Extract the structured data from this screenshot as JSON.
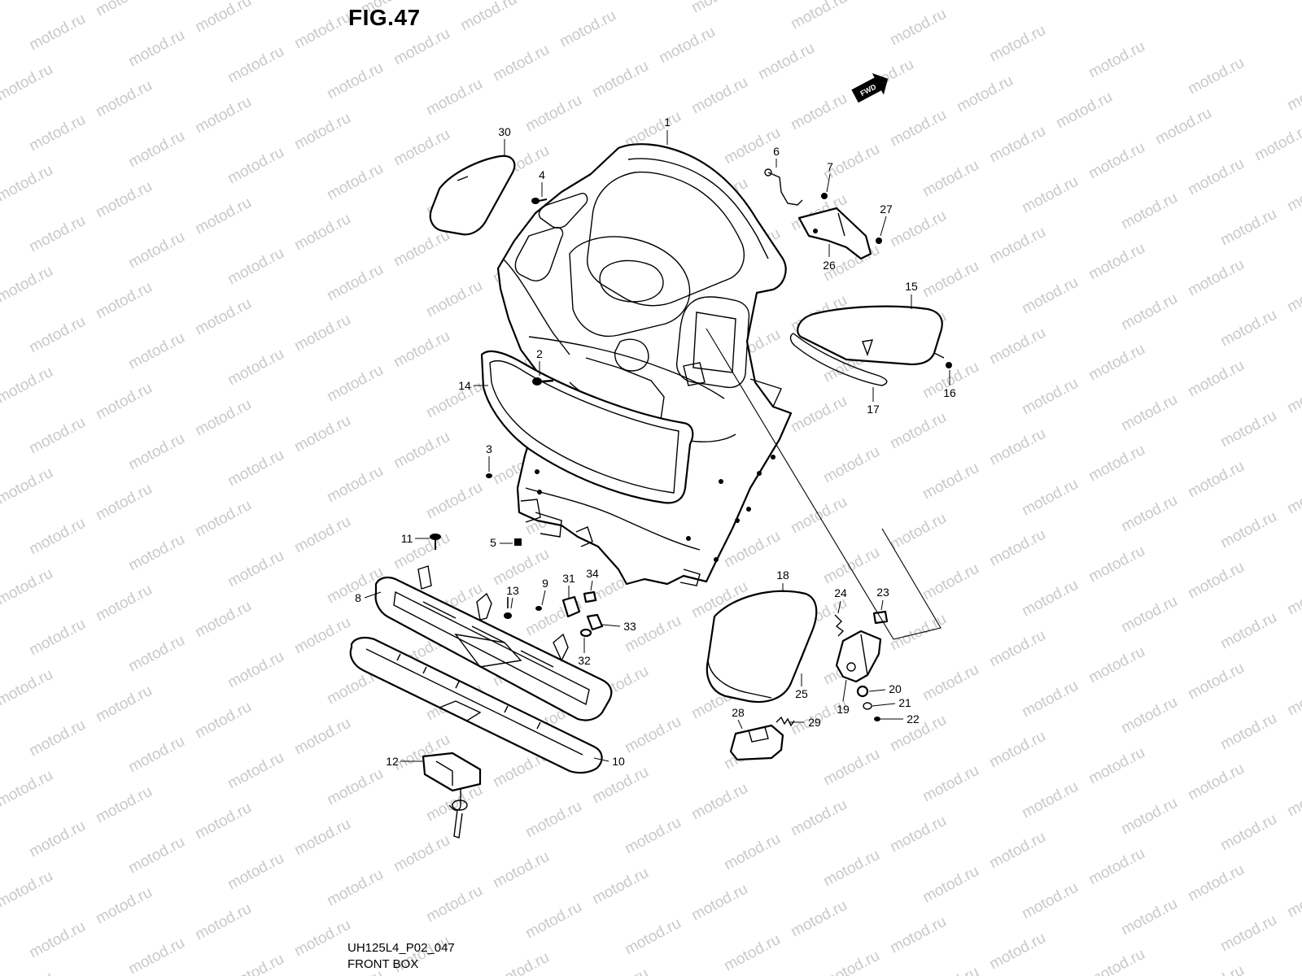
{
  "figure": {
    "title": "FIG.47",
    "code": "UH125L4_P02_047",
    "name": "FRONT BOX",
    "fwd_label": "FWD",
    "watermark": "motod.ru"
  },
  "callouts": [
    {
      "id": "1",
      "label": "1"
    },
    {
      "id": "2",
      "label": "2"
    },
    {
      "id": "3",
      "label": "3"
    },
    {
      "id": "4",
      "label": "4"
    },
    {
      "id": "5",
      "label": "5"
    },
    {
      "id": "6",
      "label": "6"
    },
    {
      "id": "7",
      "label": "7"
    },
    {
      "id": "8",
      "label": "8"
    },
    {
      "id": "9",
      "label": "9"
    },
    {
      "id": "10",
      "label": "10"
    },
    {
      "id": "11",
      "label": "11"
    },
    {
      "id": "12",
      "label": "12"
    },
    {
      "id": "13",
      "label": "13"
    },
    {
      "id": "14",
      "label": "14"
    },
    {
      "id": "15",
      "label": "15"
    },
    {
      "id": "16",
      "label": "16"
    },
    {
      "id": "17",
      "label": "17"
    },
    {
      "id": "18",
      "label": "18"
    },
    {
      "id": "19",
      "label": "19"
    },
    {
      "id": "20",
      "label": "20"
    },
    {
      "id": "21",
      "label": "21"
    },
    {
      "id": "22",
      "label": "22"
    },
    {
      "id": "23",
      "label": "23"
    },
    {
      "id": "24",
      "label": "24"
    },
    {
      "id": "25",
      "label": "25"
    },
    {
      "id": "26",
      "label": "26"
    },
    {
      "id": "27",
      "label": "27"
    },
    {
      "id": "28",
      "label": "28"
    },
    {
      "id": "29",
      "label": "29"
    },
    {
      "id": "30",
      "label": "30"
    },
    {
      "id": "31",
      "label": "31"
    },
    {
      "id": "32",
      "label": "32"
    },
    {
      "id": "33",
      "label": "33"
    },
    {
      "id": "34",
      "label": "34"
    }
  ]
}
